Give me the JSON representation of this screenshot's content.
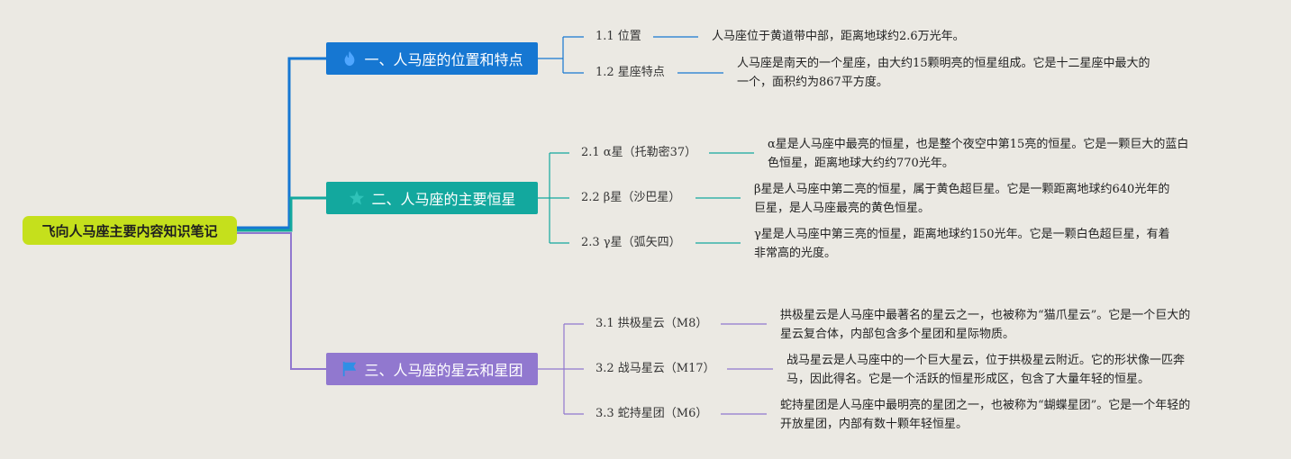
{
  "root": {
    "title": "飞向人马座主要内容知识笔记"
  },
  "branches": [
    {
      "title": "一、人马座的位置和特点",
      "icon": "fire-icon",
      "color": "#1677d2",
      "subs": [
        {
          "label": "1.1 位置",
          "lines": [
            "人马座位于黄道带中部，距离地球约2.6万光年。"
          ]
        },
        {
          "label": "1.2 星座特点",
          "lines": [
            "人马座是南天的一个星座，由大约15颗明亮的恒星组成。它是十二星座中最大的",
            "一个，面积约为867平方度。"
          ]
        }
      ]
    },
    {
      "title": "二、人马座的主要恒星",
      "icon": "star-icon",
      "color": "#13a89e",
      "subs": [
        {
          "label": "2.1 α星（托勒密37）",
          "lines": [
            "α星是人马座中最亮的恒星，也是整个夜空中第15亮的恒星。它是一颗巨大的蓝白",
            "色恒星，距离地球大约约770光年。"
          ]
        },
        {
          "label": "2.2 β星（沙巴星）",
          "lines": [
            "β星是人马座中第二亮的恒星，属于黄色超巨星。它是一颗距离地球约640光年的",
            "巨星，是人马座最亮的黄色恒星。"
          ]
        },
        {
          "label": "2.3 γ星（弧矢四）",
          "lines": [
            "γ星是人马座中第三亮的恒星，距离地球约150光年。它是一颗白色超巨星，有着",
            "非常高的光度。"
          ]
        }
      ]
    },
    {
      "title": "三、人马座的星云和星团",
      "icon": "flag-icon",
      "color": "#9178cf",
      "subs": [
        {
          "label": "3.1 拱极星云（M8）",
          "lines": [
            "拱极星云是人马座中最著名的星云之一，也被称为“猫爪星云”。它是一个巨大的",
            "星云复合体，内部包含多个星团和星际物质。"
          ]
        },
        {
          "label": "3.2 战马星云（M17）",
          "lines": [
            "战马星云是人马座中的一个巨大星云，位于拱极星云附近。它的形状像一匹奔",
            "马，因此得名。它是一个活跃的恒星形成区，包含了大量年轻的恒星。"
          ]
        },
        {
          "label": "3.3 蛇持星团（M6）",
          "lines": [
            "蛇持星团是人马座中最明亮的星团之一，也被称为“蝴蝶星团”。它是一个年轻的",
            "开放星团，内部有数十颗年轻恒星。"
          ]
        }
      ]
    }
  ]
}
